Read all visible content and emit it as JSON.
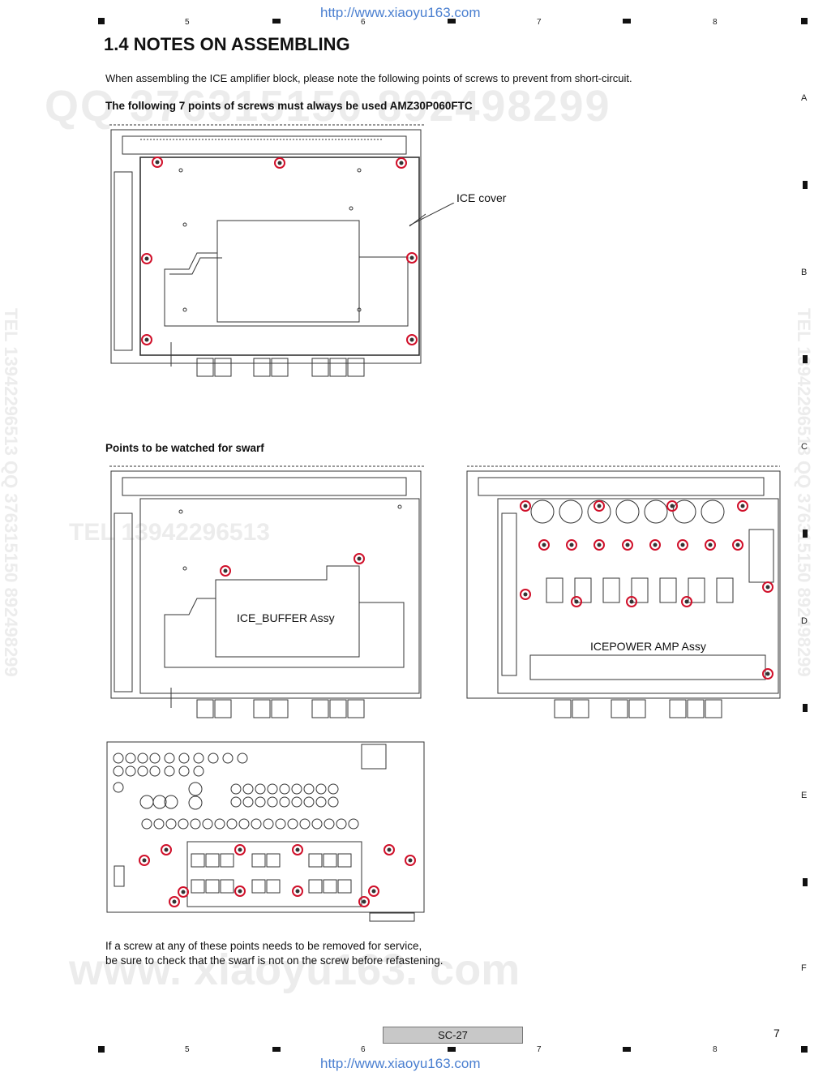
{
  "header": {
    "url_top": "http://www.xiaoyu163.com",
    "col_numbers": [
      "5",
      "6",
      "7",
      "8"
    ]
  },
  "footer": {
    "url_bottom": "http://www.xiaoyu163.com",
    "col_numbers": [
      "5",
      "6",
      "7",
      "8"
    ],
    "page_code": "SC-27",
    "page_number": "7"
  },
  "row_letters": [
    "A",
    "B",
    "C",
    "D",
    "E",
    "F"
  ],
  "section": {
    "title": "1.4  NOTES ON ASSEMBLING",
    "intro": "When assembling the ICE amplifier block, please note the following points of screws to prevent from short-circuit.",
    "subheading_1": "The following 7 points of screws must always be used AMZ30P060FTC",
    "subheading_2": "Points to be watched for swarf",
    "footnote_line1": "If a screw at any of these points needs to be removed for service,",
    "footnote_line2": "be sure to check that the swarf is not on the screw before refastening."
  },
  "diagrams": {
    "top_label": "ICE cover",
    "buffer_label": "ICE_BUFFER Assy",
    "amp_label": "ICEPOWER AMP Assy"
  },
  "watermarks": {
    "qq_top": "QQ 376315150  892498299",
    "www_bottom": "www. xiaoyu163. com",
    "tel_mid": "TEL 13942296513",
    "tel_side": "TEL 13942296513  QQ 376315150  892498299"
  },
  "colors": {
    "screw": "#d0102a",
    "link": "#4a7fd0",
    "line": "#333333"
  }
}
